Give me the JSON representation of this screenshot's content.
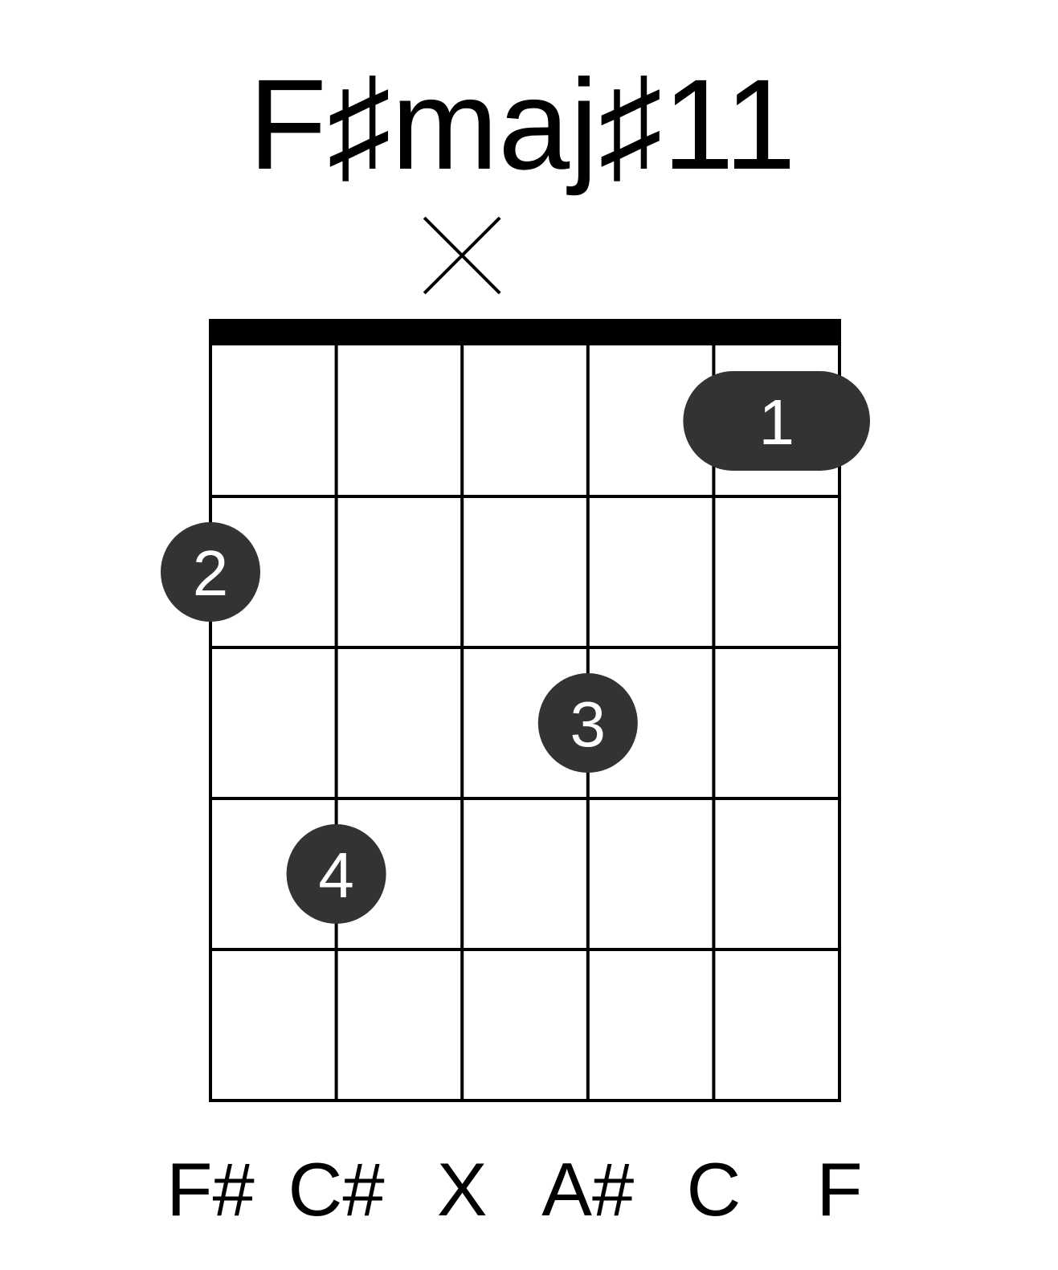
{
  "chord": {
    "name": "F♯maj♯11"
  },
  "strings": {
    "count": 6,
    "notes": [
      "F#",
      "C#",
      "X",
      "A#",
      "C",
      "F"
    ],
    "muted": [
      3
    ]
  },
  "frets_shown": 5,
  "fingers": [
    {
      "finger": "1",
      "fret": 1,
      "from_string": 5,
      "to_string": 6
    },
    {
      "finger": "2",
      "fret": 2,
      "from_string": 1,
      "to_string": 1
    },
    {
      "finger": "3",
      "fret": 3,
      "from_string": 4,
      "to_string": 4
    },
    {
      "finger": "4",
      "fret": 4,
      "from_string": 2,
      "to_string": 2
    }
  ],
  "colors": {
    "lines": "#000000",
    "dot_fill": "#333333",
    "dot_text": "#ffffff",
    "background": "#ffffff"
  }
}
